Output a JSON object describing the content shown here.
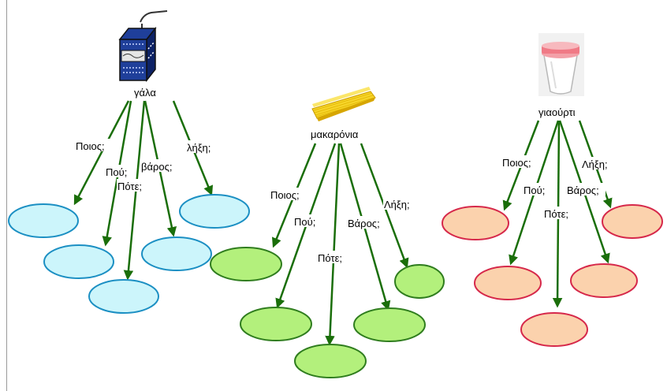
{
  "colors": {
    "arrow": "#1a6e0a",
    "milk_fill": "#ccf5fb",
    "milk_stroke": "#1b8fc3",
    "pasta_fill": "#b3f07c",
    "pasta_stroke": "#2f7d1e",
    "yogurt_fill": "#fbd2ad",
    "yogurt_stroke": "#d6284a"
  },
  "groups": [
    {
      "id": "milk",
      "title": "γάλα",
      "icon": "milk-carton-icon",
      "labels": [
        "Ποιος;",
        "Πού;",
        "Πότε;",
        "βάρος;",
        "λήξη;"
      ]
    },
    {
      "id": "pasta",
      "title": "μακαρόνια",
      "icon": "spaghetti-icon",
      "labels": [
        "Ποιος;",
        "Πού;",
        "Πότε;",
        "Βάρος;",
        "Λήξη;"
      ]
    },
    {
      "id": "yogurt",
      "title": "γιαούρτι",
      "icon": "yogurt-cup-icon",
      "labels": [
        "Ποιος;",
        "Πού;",
        "Πότε;",
        "Βάρος;",
        "Λήξη;"
      ]
    }
  ]
}
